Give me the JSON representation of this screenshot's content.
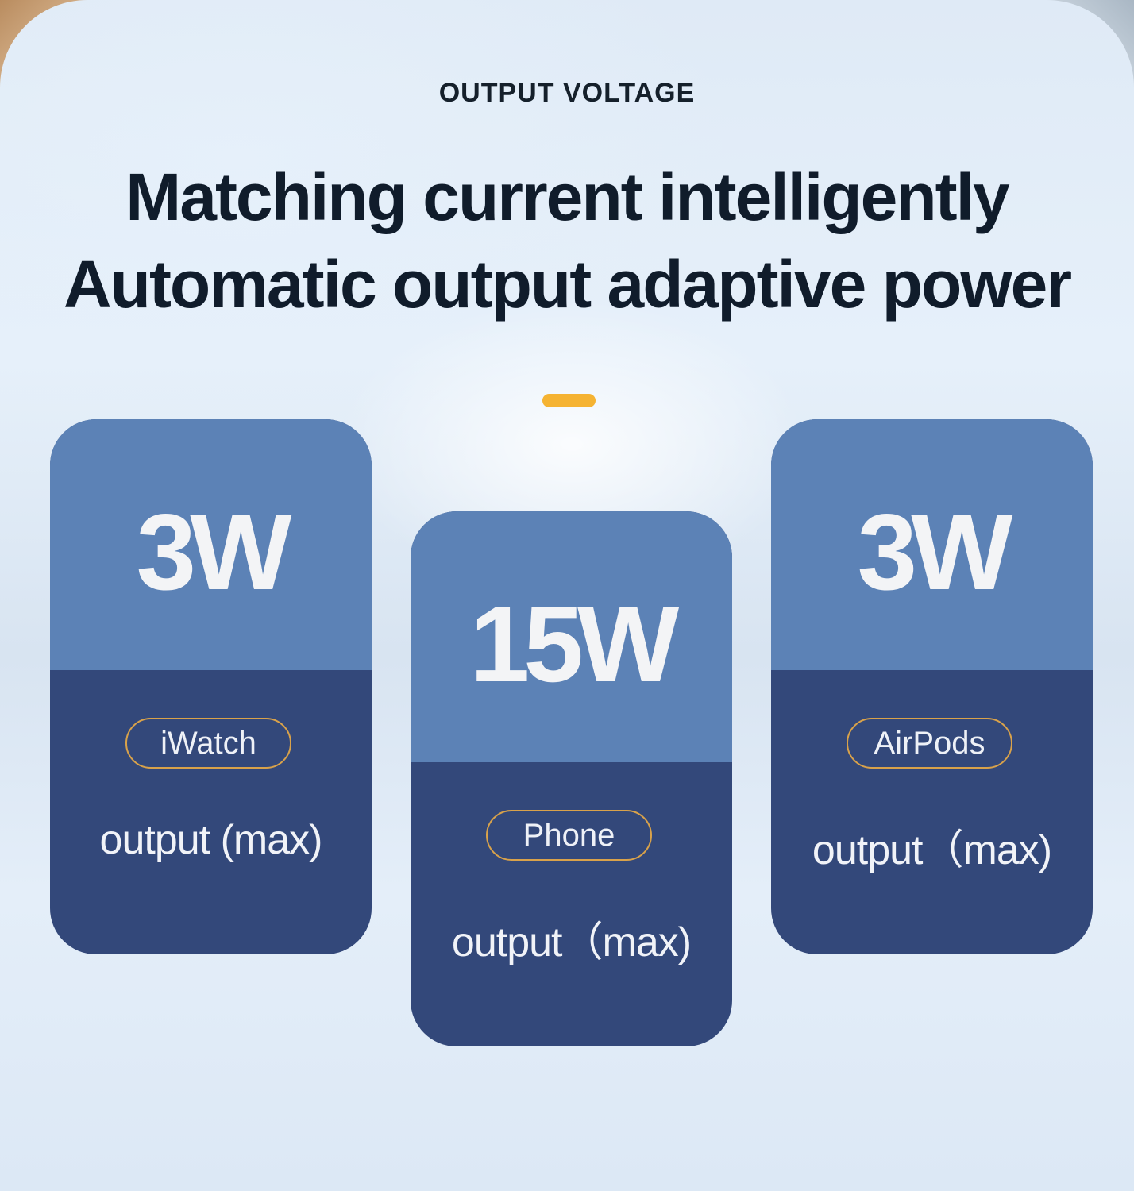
{
  "header": {
    "eyebrow": "OUTPUT VOLTAGE",
    "headline_line1": "Matching current intelligently",
    "headline_line2": "Automatic output adaptive power"
  },
  "cards": [
    {
      "watts": "3W",
      "device": "iWatch",
      "caption": "output (max)"
    },
    {
      "watts": "15W",
      "device": "Phone",
      "caption": "output（max)"
    },
    {
      "watts": "3W",
      "device": "AirPods",
      "caption": "output（max)"
    }
  ],
  "colors": {
    "card_top": "#5c82b6",
    "card_bottom": "#33487a",
    "accent": "#f5b332",
    "pill_border": "#d9a24a",
    "headline": "#101c2b"
  }
}
